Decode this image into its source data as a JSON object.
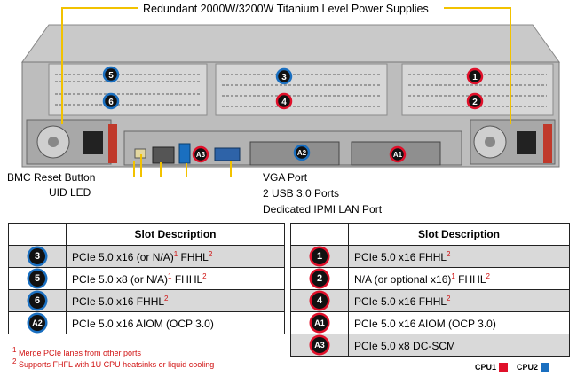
{
  "callouts": {
    "power_supplies": "Redundant  2000W/3200W Titanium Level Power Supplies",
    "bmc_reset": "BMC Reset Button",
    "uid_led": "UID LED",
    "vga_port": "VGA Port",
    "usb_ports": "2 USB 3.0 Ports",
    "ipmi_lan": "Dedicated IPMI  LAN Port"
  },
  "chassis_badges": {
    "slot5": "5",
    "slot6": "6",
    "slot3": "3",
    "slot4": "4",
    "slot1": "1",
    "slot2": "2",
    "a3": "A3",
    "a2": "A2",
    "a1": "A1"
  },
  "left_table": {
    "header": "Slot Description",
    "rows": [
      {
        "badge": "3",
        "cpu": "cpu2",
        "text": "PCIe 5.0 x16 (or N/A)",
        "sup1": "1",
        "text2": " FHHL",
        "sup2": "2"
      },
      {
        "badge": "5",
        "cpu": "cpu2",
        "text": "PCIe 5.0 x8 (or N/A)",
        "sup1": "1",
        "text2": " FHHL",
        "sup2": "2"
      },
      {
        "badge": "6",
        "cpu": "cpu2",
        "text": "PCIe 5.0 x16 FHHL",
        "sup1": "",
        "text2": "",
        "sup2": "2"
      },
      {
        "badge": "A2",
        "cpu": "cpu2",
        "text": "PCIe 5.0 x16 AIOM (OCP 3.0)",
        "sup1": "",
        "text2": "",
        "sup2": ""
      }
    ]
  },
  "right_table": {
    "header": "Slot Description",
    "rows": [
      {
        "badge": "1",
        "cpu": "cpu1",
        "text": "PCIe 5.0 x16 FHHL",
        "sup1": "",
        "text2": "",
        "sup2": "2"
      },
      {
        "badge": "2",
        "cpu": "cpu1",
        "text": "N/A (or optional x16)",
        "sup1": "1",
        "text2": " FHHL",
        "sup2": "2"
      },
      {
        "badge": "4",
        "cpu": "cpu1",
        "text": "PCIe 5.0 x16 FHHL",
        "sup1": "",
        "text2": "",
        "sup2": "2"
      },
      {
        "badge": "A1",
        "cpu": "cpu1",
        "text": "PCIe 5.0 x16 AIOM (OCP 3.0)",
        "sup1": "",
        "text2": "",
        "sup2": ""
      },
      {
        "badge": "A3",
        "cpu": "cpu1",
        "text": "PCIe 5.0 x8 DC-SCM",
        "sup1": "",
        "text2": "",
        "sup2": ""
      }
    ]
  },
  "footnotes": {
    "note1_marker": "1",
    "note1": " Merge PCIe  lanes from other ports",
    "note2_marker": "2",
    "note2": " Supports FHFL  with 1U CPU  heatsinks or liquid cooling"
  },
  "legend": {
    "cpu1_label": "CPU1",
    "cpu2_label": "CPU2",
    "cpu1_color": "#e0102a",
    "cpu2_color": "#1a6fc0"
  }
}
